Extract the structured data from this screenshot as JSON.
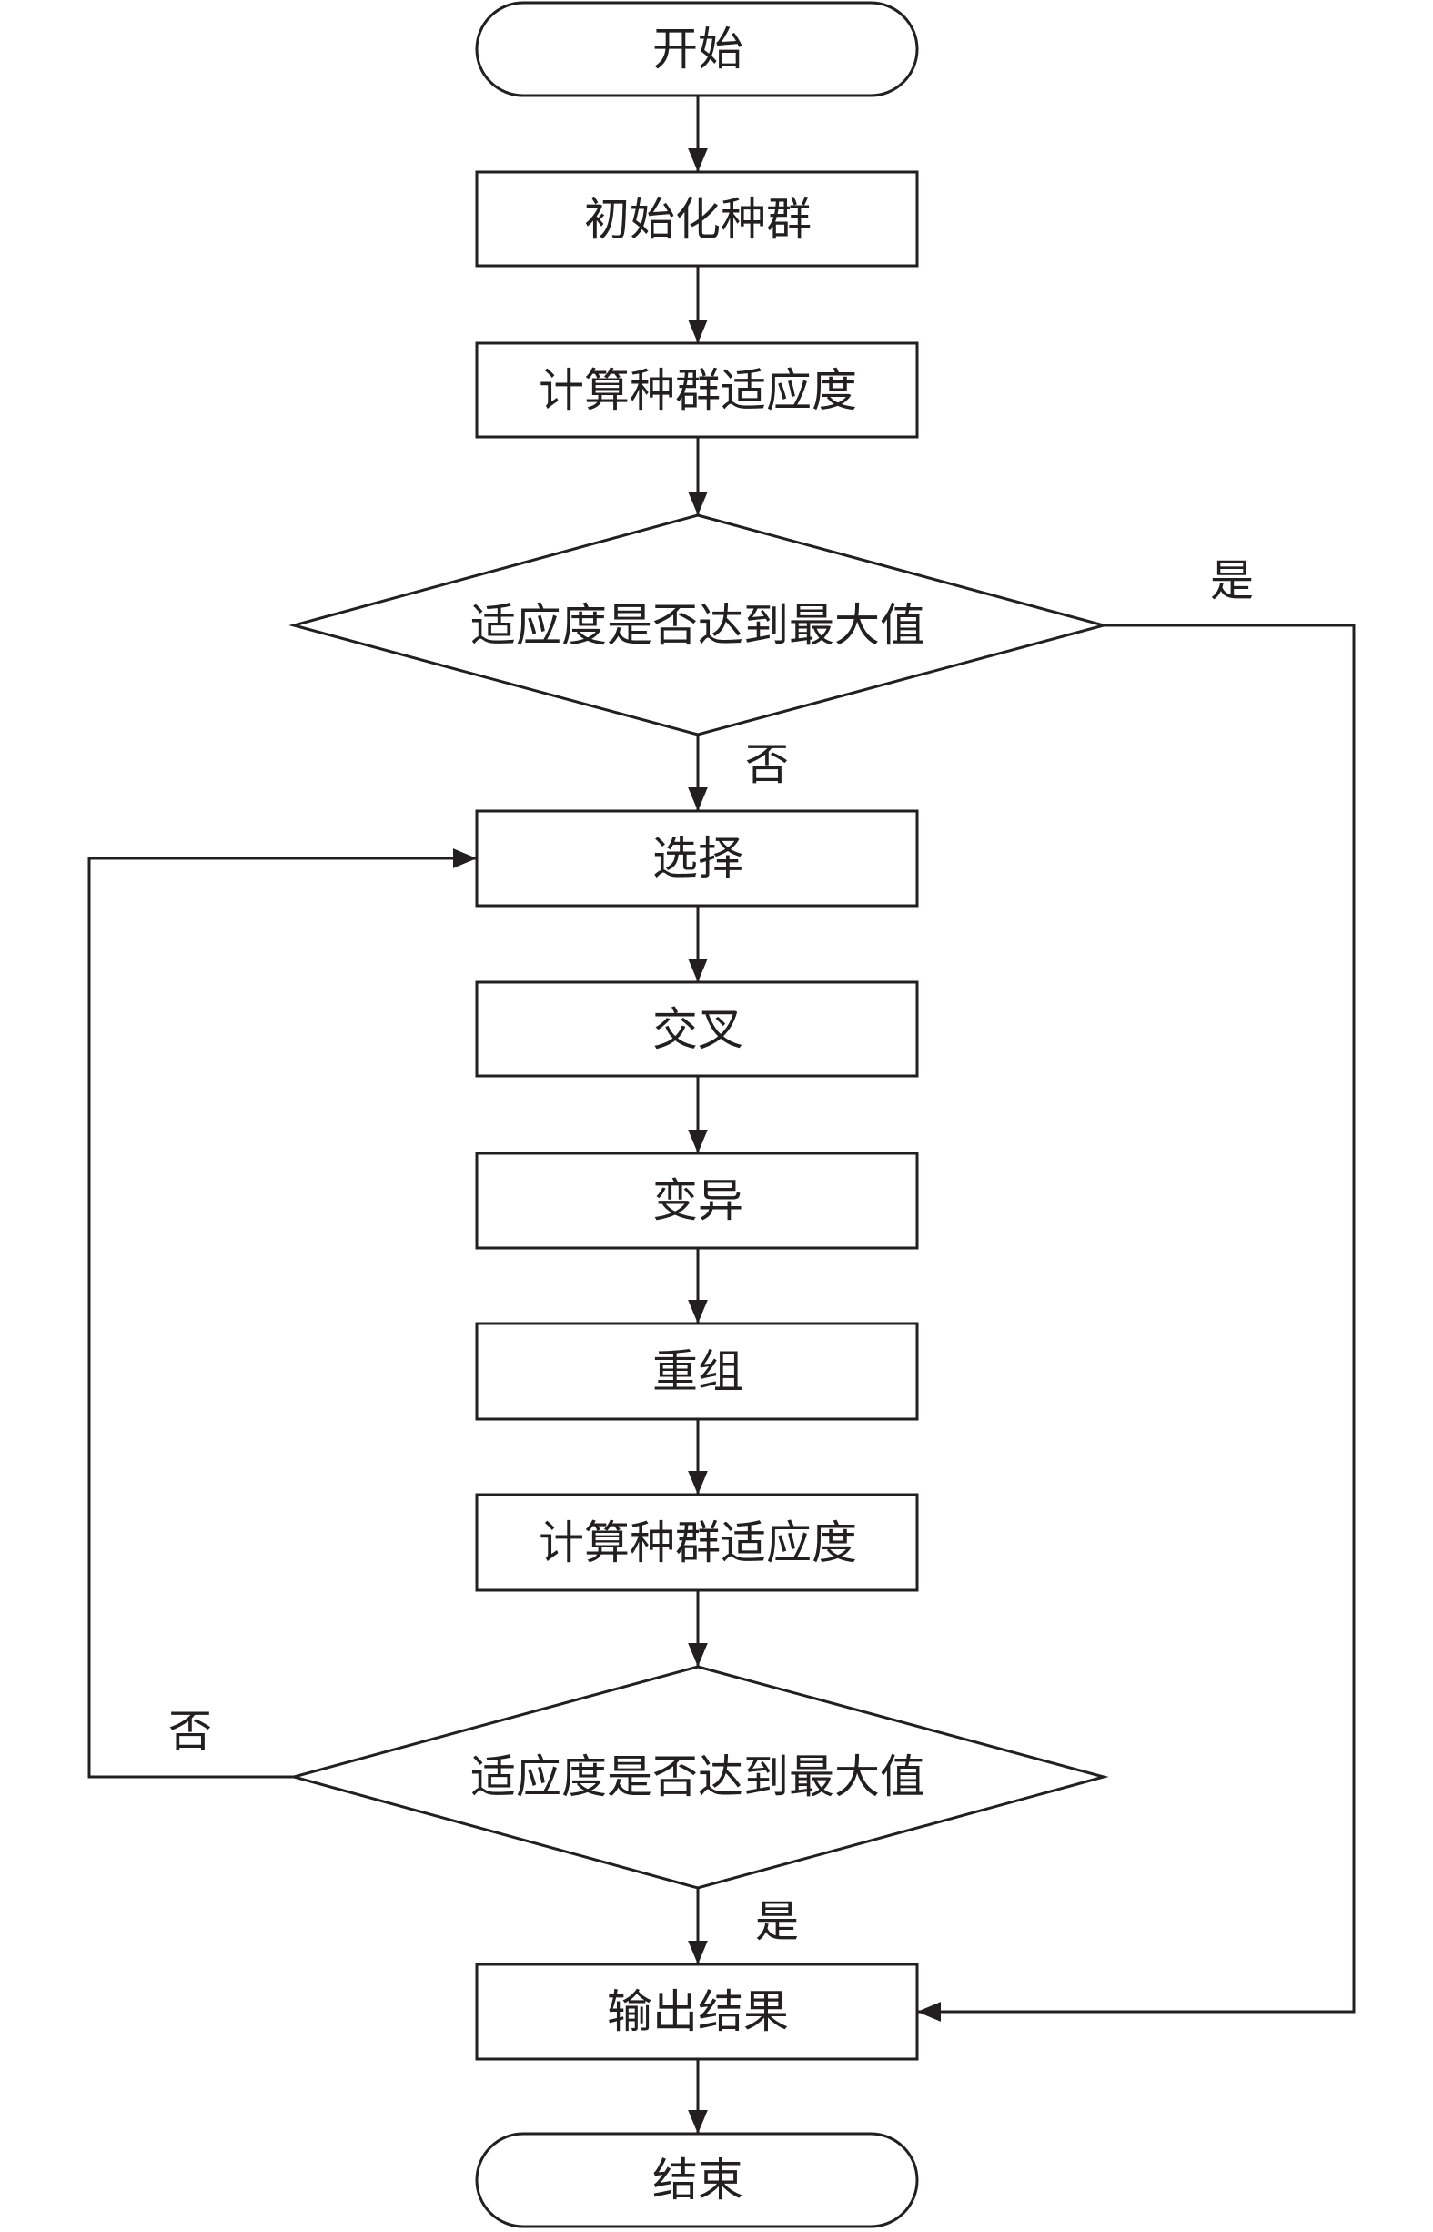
{
  "nodes": {
    "start": "开始",
    "init_population": "初始化种群",
    "compute_fitness_1": "计算种群适应度",
    "decision_1": "适应度是否达到最大值",
    "selection": "选择",
    "crossover": "交叉",
    "mutation": "变异",
    "recombination": "重组",
    "compute_fitness_2": "计算种群适应度",
    "decision_2": "适应度是否达到最大值",
    "output": "输出结果",
    "end": "结束"
  },
  "edge_labels": {
    "decision_1_yes": "是",
    "decision_1_no": "否",
    "decision_2_no": "否",
    "decision_2_yes": "是"
  },
  "colors": {
    "stroke": "#231f20",
    "background": "#ffffff",
    "text": "#231f20"
  }
}
